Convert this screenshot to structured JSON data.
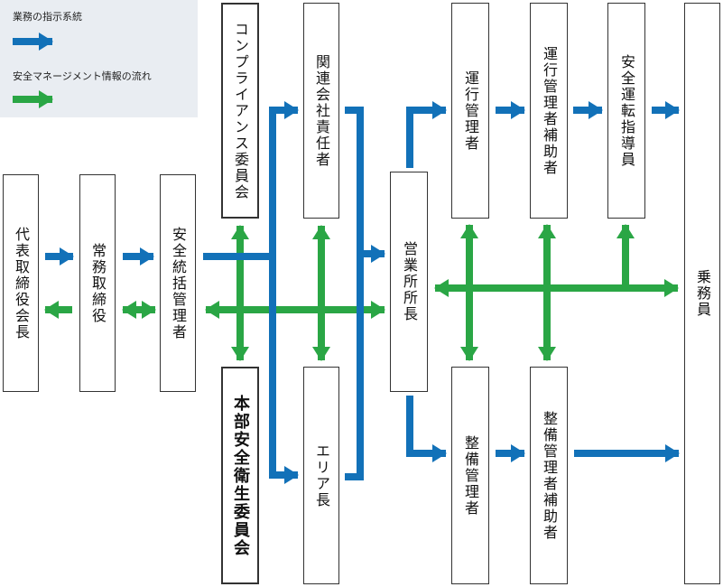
{
  "legend": {
    "business_instruction": "業務の指示系統",
    "safety_info_flow": "安全マネージメント情報の流れ"
  },
  "colors": {
    "blue": "#1271b8",
    "green": "#2aa645",
    "legend_bg": "#e9edf2"
  },
  "nodes": {
    "ceo": "代表取締役会長",
    "managing_director": "常務取締役",
    "safety_manager": "安全統括管理者",
    "compliance_committee": "コンプライアンス委員会",
    "affiliate_responsible": "関連会社責任者",
    "hq_safety_committee": "本部安全衛生委員会",
    "area_manager": "エリア長",
    "office_manager": "営業所所長",
    "operation_manager": "運行管理者",
    "operation_assistant": "運行管理者補助者",
    "safe_driving_instructor": "安全運転指導員",
    "maintenance_manager": "整備管理者",
    "maintenance_assistant": "整備管理者補助者",
    "crew": "乗務員"
  }
}
